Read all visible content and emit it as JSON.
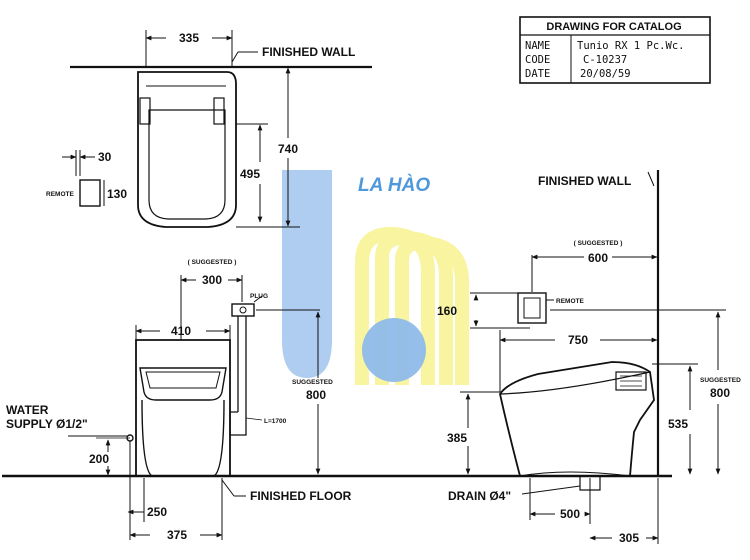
{
  "title_block": {
    "heading": "DRAWING FOR CATALOG",
    "rows": [
      {
        "key": "NAME",
        "value": "Tunio RX 1 Pc.Wc."
      },
      {
        "key": "CODE",
        "value": "C-10237"
      },
      {
        "key": "DATE",
        "value": "20/08/59"
      }
    ]
  },
  "watermark": {
    "text": "LA HÀO",
    "colors": {
      "blue": "#a6c8ee",
      "blue_dot": "#8fbbea",
      "yellow": "#f8f4a0",
      "text": "#4f98dc"
    }
  },
  "top_view": {
    "width": "335",
    "finished_wall": "FINISHED WALL",
    "height": "740",
    "seat_depth": "495",
    "remote_offset": "30",
    "remote_height": "130",
    "remote_label": "REMOTE"
  },
  "front_view": {
    "suggested": "( SUGGESTED )",
    "plug_spacing": "300",
    "plug_label": "PLUG",
    "width": "410",
    "cable_label": "L=1700",
    "suggested_label": "SUGGESTED",
    "suggested_height": "800",
    "water_supply_1": "WATER",
    "water_supply_2": "SUPPLY Ø1/2\"",
    "supply_height": "200",
    "supply_offset": "250",
    "depth_375": "375",
    "finished_floor": "FINISHED FLOOR"
  },
  "side_view": {
    "finished_wall": "FINISHED WALL",
    "suggested": "( SUGGESTED )",
    "remote_distance": "600",
    "remote_height": "160",
    "remote_label": "REMOTE",
    "length": "750",
    "suggested_label": "SUGGESTED",
    "suggested_height": "800",
    "seat_height": "385",
    "total_height": "535",
    "drain_label": "DRAIN Ø4\"",
    "drain_offset": "500",
    "wall_offset": "305"
  }
}
